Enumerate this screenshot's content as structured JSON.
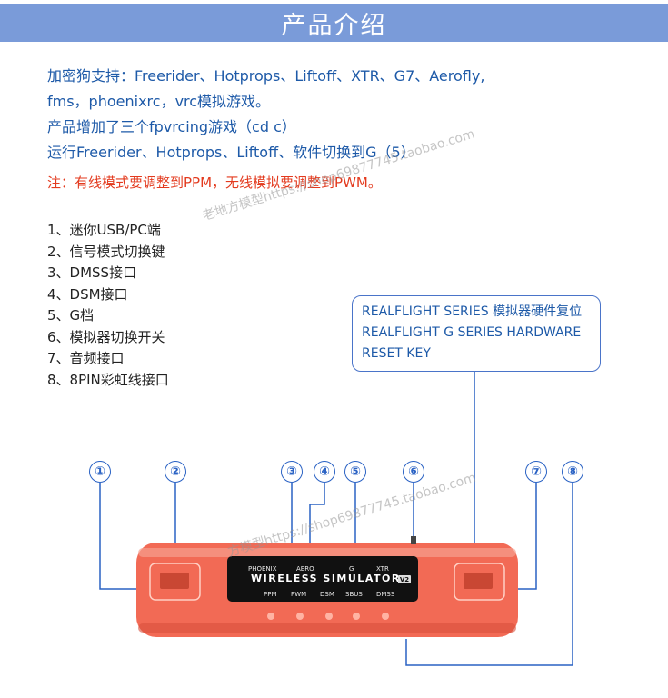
{
  "banner": {
    "title": "产品介绍"
  },
  "intro": {
    "lines": [
      "加密狗支持：Freerider、Hotprops、Liftoff、XTR、G7、Aerofly,",
      "fms，phoenixrc，vrc模拟游戏。",
      "产品增加了三个fpvrcing游戏（cd c）",
      "运行Freerider、Hotprops、Liftoff、软件切换到G（5）"
    ]
  },
  "note": "注：有线模式要调整到PPM，无线模拟要调整到PWM。",
  "parts": [
    "1、迷你USB/PC端",
    "2、信号模式切换键",
    "3、DMSS接口",
    "4、DSM接口",
    "5、G档",
    "6、模拟器切换开关",
    "7、音频接口",
    "8、8PIN彩虹线接口"
  ],
  "callout": {
    "lines": [
      "REALFLIGHT SERIES 模拟器硬件复位",
      "REALFLIGHT G SERIES HARDWARE",
      "RESET KEY"
    ]
  },
  "markers": [
    "①",
    "②",
    "③",
    "④",
    "⑤",
    "⑥",
    "⑦",
    "⑧"
  ],
  "device": {
    "title": "WIRELESS SIMULATOR",
    "badge": "V2",
    "top_labels": [
      "PHOENIX",
      "AERO",
      "G",
      "XTR"
    ],
    "bottom_labels": [
      "PPM",
      "PWM",
      "DSM",
      "SBUS",
      "DMSS"
    ],
    "body_color": "#f26a55"
  },
  "watermarks": [
    "老地方模型https://shop69877745.taobao.com",
    "方模型https://shop69877745.taobao.com"
  ],
  "colors": {
    "banner": "#7a9bd9",
    "text_blue": "#1e5aa8",
    "note_red": "#e33a1e",
    "marker_blue": "#2a62c4"
  }
}
